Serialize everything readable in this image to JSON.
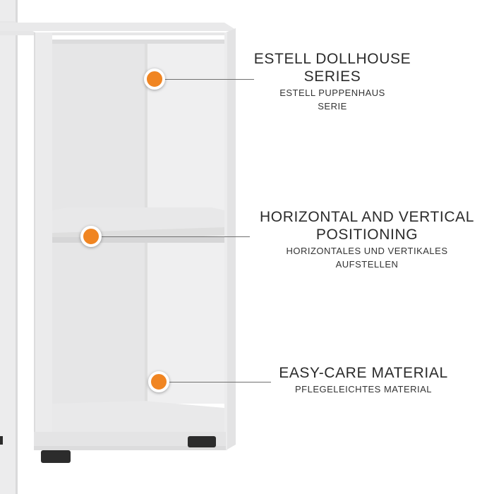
{
  "callouts": [
    {
      "title_line1": "ESTELL DOLLHOUSE",
      "title_line2": "SERIES",
      "sub_line1": "ESTELL PUPPENHAUS",
      "sub_line2": "SERIE"
    },
    {
      "title_line1": "HORIZONTAL AND VERTICAL",
      "title_line2": "POSITIONING",
      "sub_line1": "HORIZONTALES UND VERTIKALES",
      "sub_line2": "AUFSTELLEN"
    },
    {
      "title_line1": "EASY-CARE MATERIAL",
      "sub_line1": "PFLEGELEICHTES MATERIAL"
    }
  ],
  "colors": {
    "marker": "#f08522",
    "shelf": "#e9e9ea",
    "background": "#ffffff",
    "text": "#2b2b2b"
  }
}
